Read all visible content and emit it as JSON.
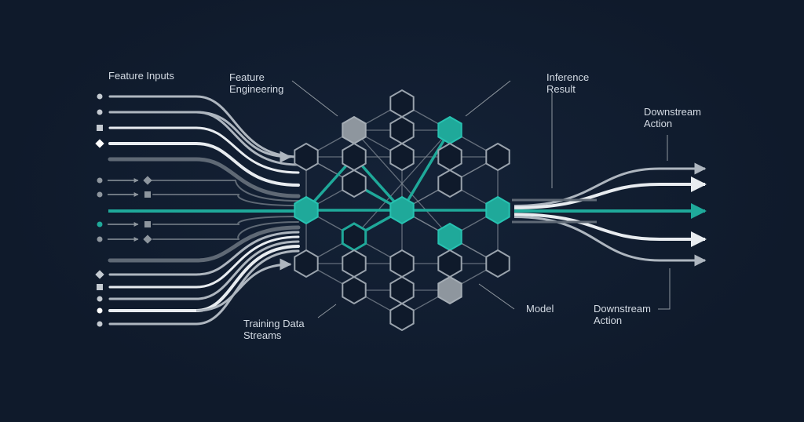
{
  "labels": {
    "feature_inputs": "Feature Inputs",
    "feature_engineering": "Feature\nEngineering",
    "inference_result": "Inference\nResult",
    "downstream_action_top": "Downstream\nAction",
    "downstream_action_bottom": "Downstream\nAction",
    "model": "Model",
    "training_data_streams": "Training Data\nStreams"
  },
  "colors": {
    "background": "#0f1a2b",
    "accent": "#1fa99a",
    "hex_outline": "#9aa3ad",
    "hex_gray_fill": "#8e969e",
    "line_light": "#e8ecf0",
    "line_mid": "#aeb6bf",
    "line_dark": "#5f6975",
    "text": "#d4dbe4"
  },
  "icons": [
    "circle-icon",
    "square-icon",
    "diamond-icon",
    "arrow-icon",
    "hexagon-icon"
  ]
}
